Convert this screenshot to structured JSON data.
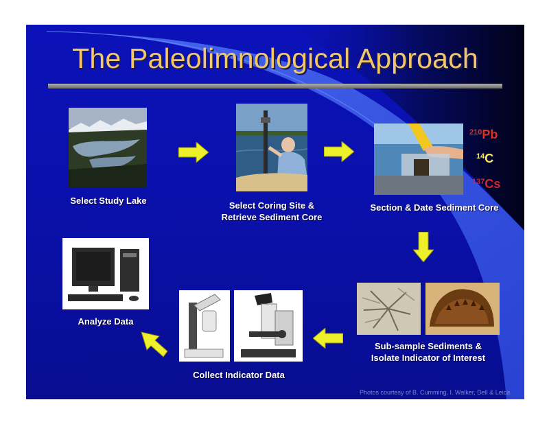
{
  "slide": {
    "title": "The Paleolimnological Approach",
    "credit": "Photos courtesy of B. Cumming, I. Walker, Dell & Leica"
  },
  "steps": [
    {
      "id": "select-lake",
      "caption_lines": [
        "Select Study Lake"
      ]
    },
    {
      "id": "coring-site",
      "caption_lines": [
        "Select Coring Site &",
        "Retrieve Sediment Core"
      ]
    },
    {
      "id": "section-date",
      "caption_lines": [
        "Section & Date Sediment Core"
      ]
    },
    {
      "id": "sub-sample",
      "caption_lines": [
        "Sub-sample Sediments &",
        "Isolate Indicator of Interest"
      ]
    },
    {
      "id": "collect-data",
      "caption_lines": [
        "Collect Indicator Data"
      ]
    },
    {
      "id": "analyze",
      "caption_lines": [
        "Analyze Data"
      ]
    }
  ],
  "isotopes": [
    {
      "mass": "210",
      "element": "Pb",
      "color": "#e0301e"
    },
    {
      "mass": "14",
      "element": "C",
      "color": "#ffe766"
    },
    {
      "mass": "137",
      "element": "Cs",
      "color": "#d8262f"
    }
  ],
  "colors": {
    "title": "#f2c66a",
    "arrow": "#eef02a",
    "caption": "#ffffff",
    "background": "#0b12b8"
  }
}
